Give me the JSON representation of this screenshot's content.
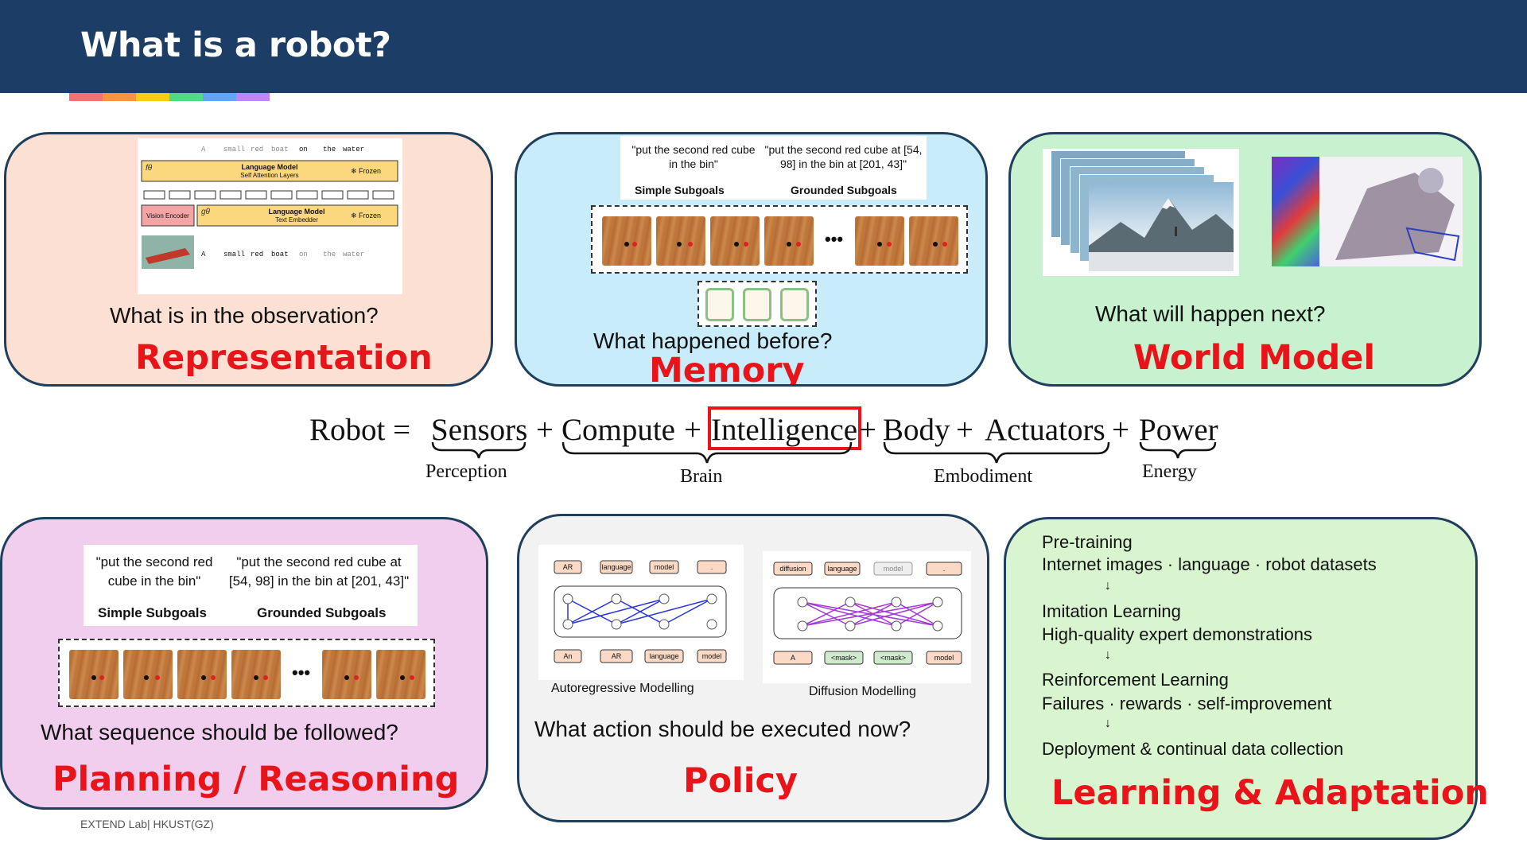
{
  "header": {
    "title": "What is a robot?"
  },
  "rainbow": [
    "#f87171",
    "#fb923c",
    "#facc15",
    "#4ade80",
    "#60a5fa",
    "#c084fc"
  ],
  "cards": {
    "representation": {
      "question": "What is in the observation?",
      "title": "Representation",
      "figure": {
        "tokens_top": [
          "A",
          "small",
          "red",
          "boat",
          "on",
          "the",
          "water"
        ],
        "tokens_bottom": [
          "A",
          "small",
          "red",
          "boat",
          "on",
          "the",
          "water"
        ],
        "lm_top": "Language Model",
        "lm_top_sub": "Self Attention Layers",
        "frozen": "❄ Frozen",
        "vision": "Vision Encoder",
        "lm_bottom": "Language Model",
        "lm_bottom_sub": "Text Embedder",
        "f_label": "fθ",
        "g_label": "gθ"
      }
    },
    "memory": {
      "question": "What happened before?",
      "title": "Memory",
      "simple_quote": "\"put the second red cube in the bin\"",
      "grounded_quote": "\"put the second red cube at [54, 98] in the bin at [201, 43]\"",
      "simple_label": "Simple Subgoals",
      "grounded_label": "Grounded Subgoals",
      "ellipsis": "•••"
    },
    "world_model": {
      "question": "What will happen next?",
      "title": "World Model"
    },
    "planning": {
      "question": "What sequence should be followed?",
      "title": "Planning / Reasoning",
      "simple_quote": "\"put the second red cube in the bin\"",
      "grounded_quote": "\"put the second red cube at [54, 98] in the bin at [201, 43]\"",
      "simple_label": "Simple Subgoals",
      "grounded_label": "Grounded Subgoals",
      "ellipsis": "•••"
    },
    "policy": {
      "question": "What action should be executed now?",
      "title": "Policy",
      "ar_caption": "Autoregressive Modelling",
      "diff_caption": "Diffusion Modelling",
      "ar_top": [
        "AR",
        "language",
        "model",
        "."
      ],
      "ar_bottom": [
        "An",
        "AR",
        "language",
        "model"
      ],
      "diff_top": [
        "diffusion",
        "language",
        "model",
        "."
      ],
      "diff_bottom": [
        "A",
        "<mask>",
        "<mask>",
        "model"
      ]
    },
    "learning": {
      "title": "Learning & Adaptation",
      "lines": [
        "Pre-training",
        "Internet images · language · robot datasets",
        "Imitation Learning",
        "High-quality expert demonstrations",
        "Reinforcement Learning",
        "Failures · rewards · self-improvement",
        "Deployment & continual data collection"
      ],
      "arrow": "↓"
    }
  },
  "formula": {
    "robot": "Robot =",
    "sensors": "Sensors",
    "plus": "+",
    "compute": "Compute",
    "intelligence": "Intelligence",
    "body": "Body",
    "actuators": "Actuators",
    "power": "Power",
    "perception": "Perception",
    "brain": "Brain",
    "embodiment": "Embodiment",
    "energy": "Energy"
  },
  "colors": {
    "header": "#1b3d66",
    "title_red": "#e8141a",
    "representation_bg": "#fbe0d3",
    "memory_bg": "#c9ecfb",
    "world_bg": "#c8f2cf",
    "planning_bg": "#f1cdee",
    "policy_bg": "#f2f2f2",
    "learning_bg": "#d9f5d0"
  },
  "footer": "EXTEND Lab| HKUST(GZ)"
}
